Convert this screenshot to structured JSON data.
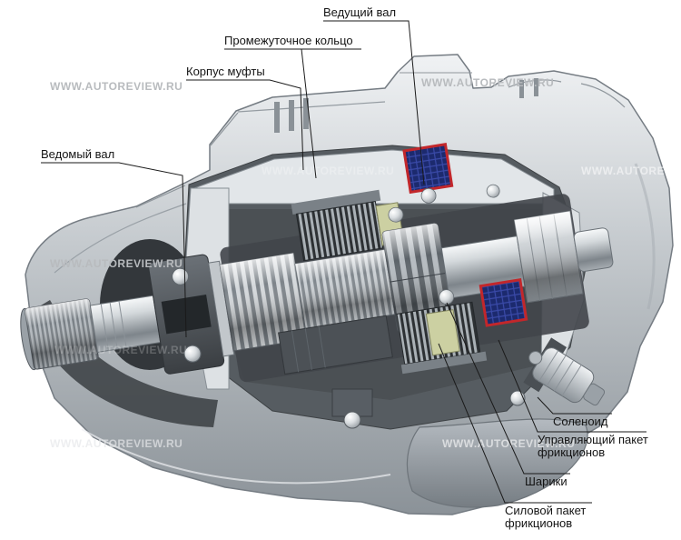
{
  "watermark": {
    "text": "WWW.AUTOREVIEW.RU"
  },
  "labels": {
    "drive_shaft": "Ведущий вал",
    "intermediate_ring": "Промежуточное кольцо",
    "clutch_housing": "Корпус муфты",
    "driven_shaft": "Ведомый вал",
    "solenoid": "Соленоид",
    "control_pack_line1": "Управляющий пакет",
    "control_pack_line2": "фрикционов",
    "balls": "Шарики",
    "power_pack_line1": "Силовой пакет",
    "power_pack_line2": "фрикционов"
  },
  "colors": {
    "coil_fill": "#1c2a6e",
    "coil_border": "#c2272b",
    "metal_light": "#c6cbcf",
    "label_text": "#141414",
    "watermark_gray": "#b8bbbe"
  }
}
